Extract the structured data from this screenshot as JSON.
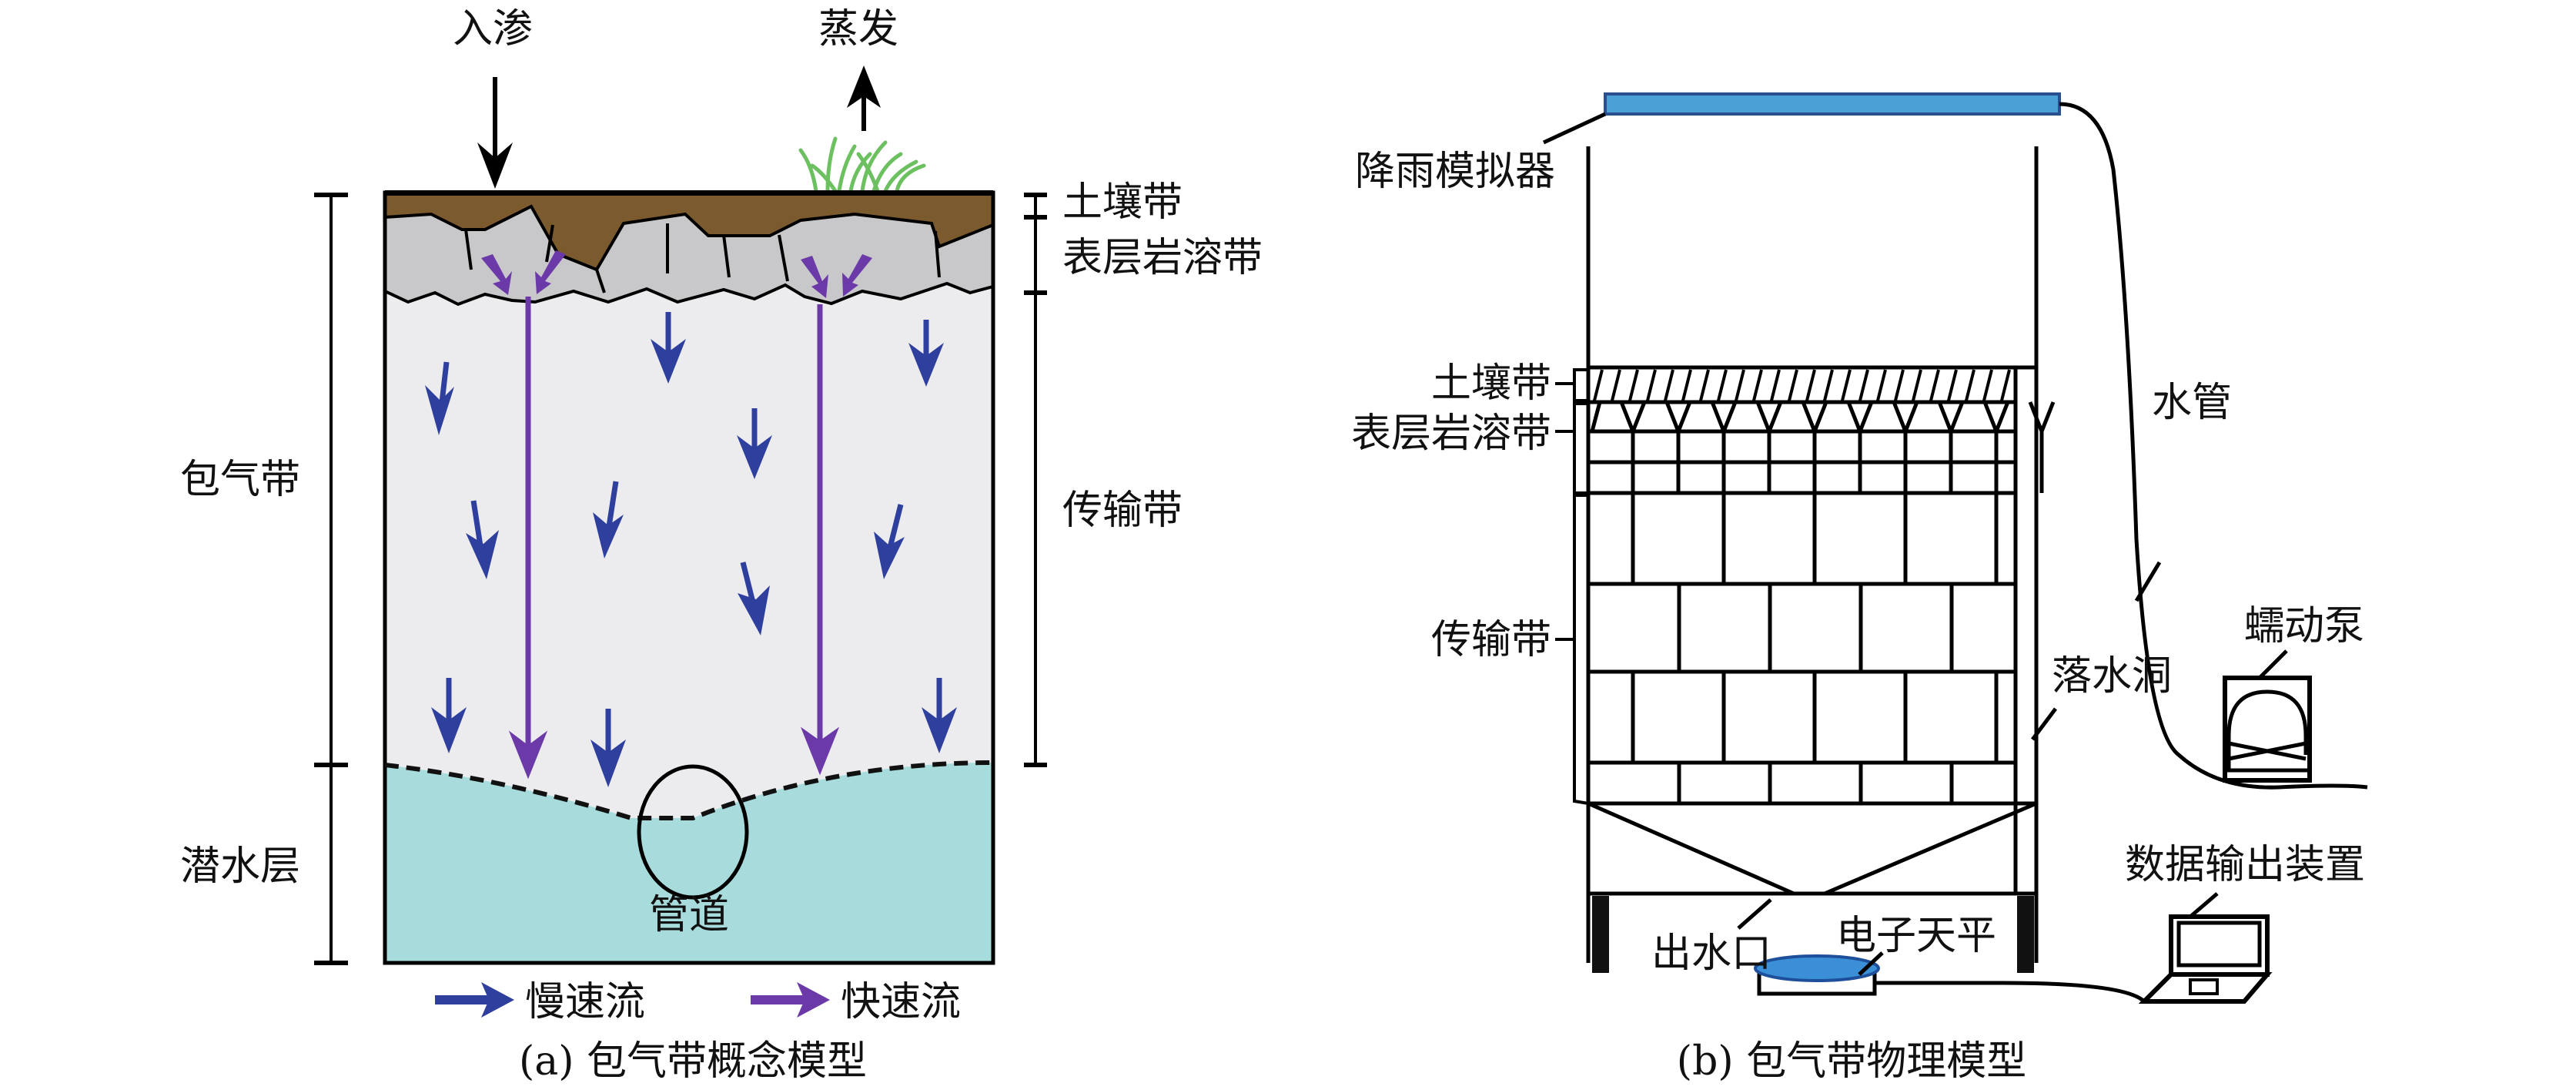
{
  "panel_a": {
    "caption": "(a) 包气带概念模型",
    "top_labels": {
      "infiltration": "入渗",
      "evaporation": "蒸发"
    },
    "right_labels": {
      "soil_zone": "土壤带",
      "epikarst_zone": "表层岩溶带",
      "transport_zone": "传输带"
    },
    "left_labels": {
      "vadose_zone": "包气带",
      "phreatic_aquifer": "潜水层"
    },
    "conduit_label": "管道",
    "legend": [
      {
        "label": "慢速流",
        "color": "#2e3f9e"
      },
      {
        "label": "快速流",
        "color": "#6b3aa8"
      }
    ],
    "colors": {
      "soil": "#7b5a2e",
      "epikarst": "#c8c8ca",
      "transport": "#ececee",
      "water": "#a8dcdc",
      "grass": "#6cc060",
      "slow_flow": "#2e3f9e",
      "fast_flow": "#6b3aa8"
    }
  },
  "panel_b": {
    "caption": "(b) 包气带物理模型",
    "labels": {
      "rain_simulator": "降雨模拟器",
      "soil_zone": "土壤带",
      "epikarst_zone": "表层岩溶带",
      "transport_zone": "传输带",
      "water_pipe": "水管",
      "peristaltic_pump": "蠕动泵",
      "sinkhole": "落水洞",
      "data_output_device": "数据输出装置",
      "outlet": "出水口",
      "electronic_balance": "电子天平"
    },
    "colors": {
      "rain_simulator": "#4a9fd4",
      "rain_simulator_border": "#2a4f8f",
      "balance_pan": "#3b8fd6"
    }
  }
}
